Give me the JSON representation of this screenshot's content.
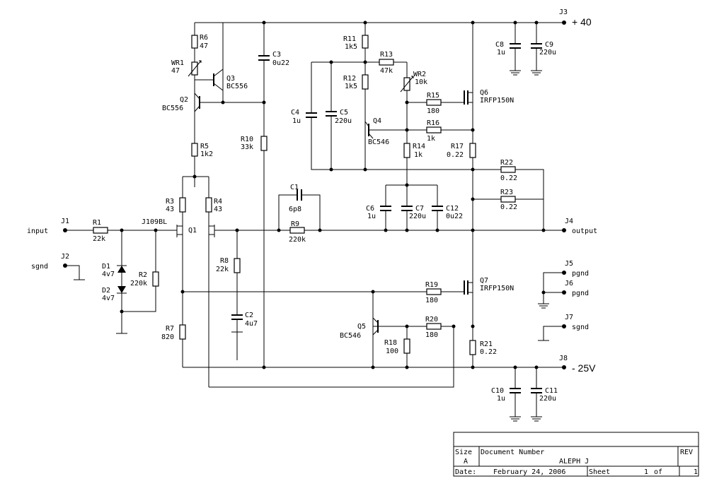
{
  "supply": {
    "pos_connector": "J3",
    "pos_label": "+ 40",
    "neg_connector": "J8",
    "neg_label": "- 25V"
  },
  "connectors": {
    "j1": "J1",
    "j1_label": "input",
    "j2": "J2",
    "j2_label": "sgnd",
    "j4": "J4",
    "j4_label": "output",
    "j5": "J5",
    "j5_label": "pgnd",
    "j6": "J6",
    "j6_label": "pgnd",
    "j7": "J7",
    "j7_label": "sgnd"
  },
  "components": {
    "r1": {
      "ref": "R1",
      "value": "22k"
    },
    "r2": {
      "ref": "R2",
      "value": "220k"
    },
    "r3": {
      "ref": "R3",
      "value": "43"
    },
    "r4": {
      "ref": "R4",
      "value": "43"
    },
    "r5": {
      "ref": "R5",
      "value": "1k2"
    },
    "r6": {
      "ref": "R6",
      "value": "47"
    },
    "r7": {
      "ref": "R7",
      "value": "820"
    },
    "r8": {
      "ref": "R8",
      "value": "22k"
    },
    "r9": {
      "ref": "R9",
      "value": "220k"
    },
    "r10": {
      "ref": "R10",
      "value": "33k"
    },
    "r11": {
      "ref": "R11",
      "value": "1k5"
    },
    "r12": {
      "ref": "R12",
      "value": "1k5"
    },
    "r13": {
      "ref": "R13",
      "value": "47k"
    },
    "r14": {
      "ref": "R14",
      "value": "1k"
    },
    "r15": {
      "ref": "R15",
      "value": "180"
    },
    "r16": {
      "ref": "R16",
      "value": "1k"
    },
    "r17": {
      "ref": "R17",
      "value": "0.22"
    },
    "r18": {
      "ref": "R18",
      "value": "100"
    },
    "r19": {
      "ref": "R19",
      "value": "180"
    },
    "r20": {
      "ref": "R20",
      "value": "180"
    },
    "r21": {
      "ref": "R21",
      "value": "0.22"
    },
    "r22": {
      "ref": "R22",
      "value": "0.22"
    },
    "r23": {
      "ref": "R23",
      "value": "0.22"
    },
    "wr1": {
      "ref": "WR1",
      "value": "47"
    },
    "wr2": {
      "ref": "WR2",
      "value": "10k"
    },
    "c1": {
      "ref": "C1",
      "value": "6p8"
    },
    "c2": {
      "ref": "C2",
      "value": "4u7"
    },
    "c3": {
      "ref": "C3",
      "value": "0u22"
    },
    "c4": {
      "ref": "C4",
      "value": "1u"
    },
    "c5": {
      "ref": "C5",
      "value": "220u"
    },
    "c6": {
      "ref": "C6",
      "value": "1u"
    },
    "c7": {
      "ref": "C7",
      "value": "220u"
    },
    "c8": {
      "ref": "C8",
      "value": "1u"
    },
    "c9": {
      "ref": "C9",
      "value": "220u"
    },
    "c10": {
      "ref": "C10",
      "value": "1u"
    },
    "c11": {
      "ref": "C11",
      "value": "220u"
    },
    "c12": {
      "ref": "C12",
      "value": "0u22"
    },
    "d1": {
      "ref": "D1",
      "value": "4v7"
    },
    "d2": {
      "ref": "D2",
      "value": "4v7"
    },
    "q1": {
      "ref": "Q1",
      "value": "J109BL"
    },
    "q2": {
      "ref": "Q2",
      "value": "BC556"
    },
    "q3": {
      "ref": "Q3",
      "value": "BC556"
    },
    "q4": {
      "ref": "Q4",
      "value": "BC546"
    },
    "q5": {
      "ref": "Q5",
      "value": "BC546"
    },
    "q6": {
      "ref": "Q6",
      "value": "IRFP150N"
    },
    "q7": {
      "ref": "Q7",
      "value": "IRFP150N"
    }
  },
  "title_block": {
    "size_label": "Size",
    "size_value": "A",
    "docnum_label": "Document Number",
    "docnum_value": "ALEPH J",
    "rev_label": "REV",
    "date_label": "Date:",
    "date_value": "February 24, 2006",
    "sheet_label": "Sheet",
    "sheet_value": "1",
    "of_label": "of",
    "of_value": "1"
  }
}
